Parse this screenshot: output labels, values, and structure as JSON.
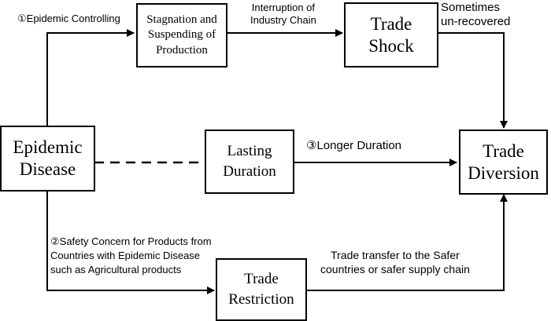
{
  "nodes": {
    "epidemic_disease": "Epidemic\nDisease",
    "stagnation": "Stagnation and\nSuspending of\nProduction",
    "trade_shock": "Trade\nShock",
    "lasting_duration": "Lasting\nDuration",
    "trade_diversion": "Trade\nDiversion",
    "trade_restriction": "Trade\nRestriction"
  },
  "edge_labels": {
    "epidemic_controlling": "①Epidemic Controlling",
    "interruption": "Interruption of\nIndustry Chain",
    "sometimes_unrecovered": "Sometimes\nun-recovered",
    "longer_duration": "③Longer Duration",
    "safety_concern": "②Safety Concern for Products from\nCountries with Epidemic Disease\nsuch as Agricultural products",
    "trade_transfer": "Trade transfer to the Safer\ncountries or safer supply chain"
  }
}
